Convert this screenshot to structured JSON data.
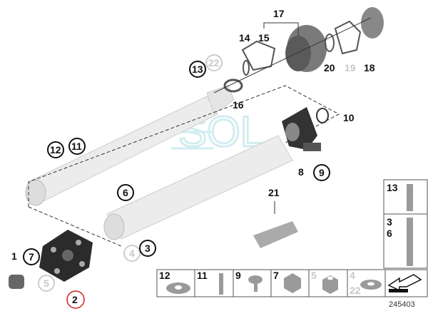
{
  "diagram_id": "245403",
  "watermark": "SOL",
  "callouts": {
    "c17": "17",
    "c14": "14",
    "c15": "15",
    "c22": "22",
    "c13": "13",
    "c20": "20",
    "c19": "19",
    "c18": "18",
    "c16": "16",
    "c10": "10",
    "c12": "12",
    "c11": "11",
    "c8": "8",
    "c9": "9",
    "c6": "6",
    "c21": "21",
    "c1": "1",
    "c7": "7",
    "c2": "2",
    "c5": "5",
    "c4": "4",
    "c3": "3"
  },
  "side_panel": {
    "top": "13",
    "bottom_a": "3",
    "bottom_b": "6"
  },
  "hardware_table": [
    {
      "label": "12"
    },
    {
      "label": "11"
    },
    {
      "label": "9"
    },
    {
      "label": "7"
    },
    {
      "label": "5"
    },
    {
      "label": "4",
      "label2": "22"
    }
  ],
  "colors": {
    "highlight_circle": "#d0261f",
    "part_gray": "#9a9a9a",
    "shaft": "#e6e6e6"
  }
}
